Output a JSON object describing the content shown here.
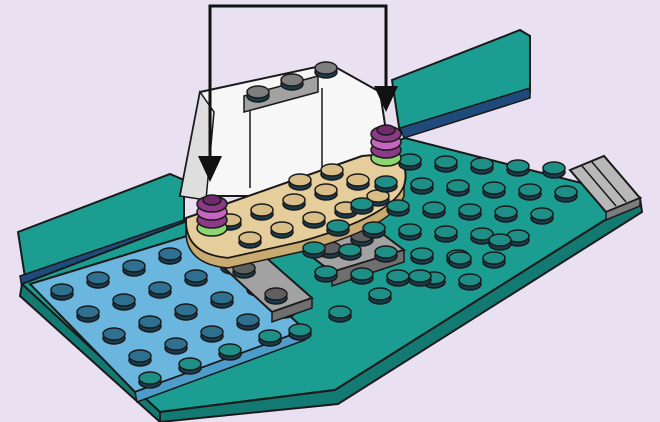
{
  "colors": {
    "background": "#e9e1f1",
    "teal": "#1b9d92",
    "teal_dark": "#127a72",
    "teal_stud": "#1e8f86",
    "light_blue": "#6ab6df",
    "light_blue_dark": "#4d9cc9",
    "navy_stripe": "#1f4a7c",
    "tan": "#e6cd9c",
    "tan_stud": "#d8bd86",
    "gray": "#a2a2a2",
    "gray_dark": "#6f6f6f",
    "white_part": "#f7f7f7",
    "magenta": "#8a3a86",
    "magenta_light": "#c567bf",
    "green": "#8cd66f",
    "outline": "#1a1a1a"
  },
  "parts": {
    "baseplate": "teal-baseplate",
    "blue_tile": "light-blue-plate",
    "tan_plate": "tan-round-plate",
    "white_slope": "white-slope-brick",
    "gray_tiles": "gray-plates",
    "purple_studs": "magenta-round-plate-stacks",
    "grille": "gray-grille-tile"
  },
  "callout": {
    "count": 2,
    "icon": "arrow-down-icon"
  }
}
